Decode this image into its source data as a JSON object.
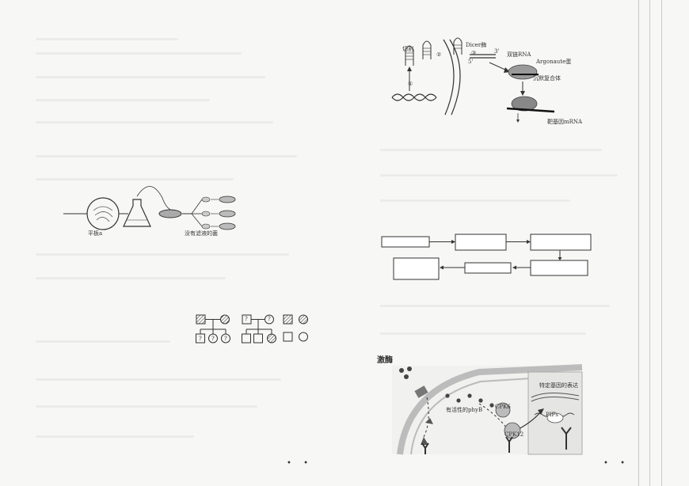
{
  "left_page": {
    "bacteria_figure": {
      "plate_label": "平板a",
      "result_label": "没有滤液的菌"
    },
    "pedigrees": {
      "unknown_mark": "?"
    }
  },
  "right_page": {
    "rnai_figure": {
      "cleave_label": "切割",
      "dicer_label": "Dicer酶",
      "step1": "①",
      "step2": "②",
      "step3": "③",
      "dsrna_label": "双链RNA",
      "argonaute_label": "Argonaute蛋",
      "silencing_complex_label": "沉默复合体",
      "target_mrna_label": "靶基因mRNA",
      "end_3": "3'",
      "end_5": "5'"
    },
    "section_title": "激酶",
    "phyb_figure": {
      "active_phyb_label": "有活性的phyB",
      "gene_expression_label": "特定基因的表达",
      "pifs_label": "PIFs",
      "cpk_label": "CPK6",
      "cpk_label_2": "CPK12"
    }
  },
  "footer": {
    "left_marks": "• •",
    "right_marks": "• •"
  }
}
